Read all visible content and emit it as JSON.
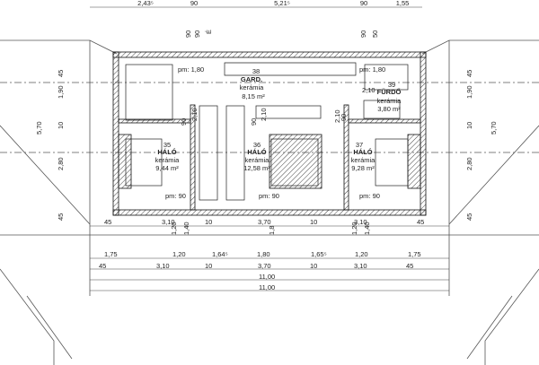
{
  "top_dims": [
    "2,43⁵",
    "90",
    "5,21⁵",
    "90",
    "1,55"
  ],
  "north": "É",
  "vert_top_left": [
    "90",
    "90"
  ],
  "vert_top_right": [
    "90",
    "50"
  ],
  "left_dims_outer": "5,70",
  "left_dims_inner": [
    "45",
    "1,90",
    "10",
    "2,80",
    "45"
  ],
  "right_dims_outer": "5,70",
  "right_dims_inner": [
    "45",
    "1,90",
    "10",
    "2,80",
    "45"
  ],
  "pm": {
    "tl": "pm: 1,80",
    "tr": "pm: 1,80",
    "b1": "pm: 90",
    "b2": "pm: 90",
    "b3": "pm: 90"
  },
  "door_dims": {
    "d1": "90",
    "d2": "2,10",
    "d3": "90",
    "d4": "2,10",
    "d5": "90",
    "d6": "2,10",
    "d7": "2,10"
  },
  "rooms": [
    {
      "no": "38",
      "name": "GARD.",
      "mat": "kerámia",
      "area": "8,15 m²"
    },
    {
      "no": "39",
      "name": "FÜRDŐ",
      "mat": "kerámia",
      "area": "3,80 m²"
    },
    {
      "no": "35",
      "name": "HÁLÓ",
      "mat": "kerámia",
      "area": "9,44 m²"
    },
    {
      "no": "36",
      "name": "HÁLÓ",
      "mat": "kerámia",
      "area": "12,58 m²"
    },
    {
      "no": "37",
      "name": "HÁLÓ",
      "mat": "kerámia",
      "area": "9,28 m²"
    }
  ],
  "row1": [
    "45",
    "3,10",
    "10",
    "3,70",
    "10",
    "3,10",
    "45"
  ],
  "row1_vert": [
    "1,20",
    "1,40",
    "1,8",
    "1,20",
    "1,40"
  ],
  "row2": [
    "1,75",
    "1,20",
    "1,64⁵",
    "1,80",
    "1,65⁵",
    "1,20",
    "1,75"
  ],
  "row3": [
    "45",
    "3,10",
    "10",
    "3,70",
    "10",
    "3,10",
    "45"
  ],
  "row4": "11,00",
  "row5": "11,00"
}
